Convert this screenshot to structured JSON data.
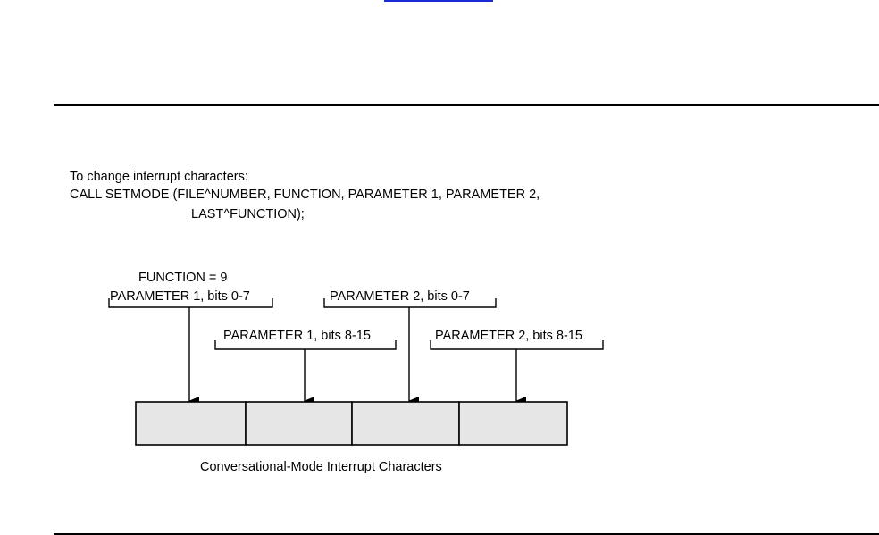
{
  "header": {
    "link_color": "#1a2bd6"
  },
  "code": {
    "line1": "To change interrupt characters:",
    "line2": "CALL SETMODE (FILE^NUMBER, FUNCTION, PARAMETER 1, PARAMETER 2,",
    "line3": "LAST^FUNCTION);"
  },
  "diagram": {
    "function_label": "FUNCTION = 9",
    "labels": {
      "p1_low": "PARAMETER 1, bits 0-7",
      "p2_low": "PARAMETER 2, bits 0-7",
      "p1_high": "PARAMETER 1, bits 8-15",
      "p2_high": "PARAMETER 2, bits 8-15"
    },
    "caption": "Conversational-Mode Interrupt Characters",
    "cell_fill": "#e6e6e6"
  }
}
